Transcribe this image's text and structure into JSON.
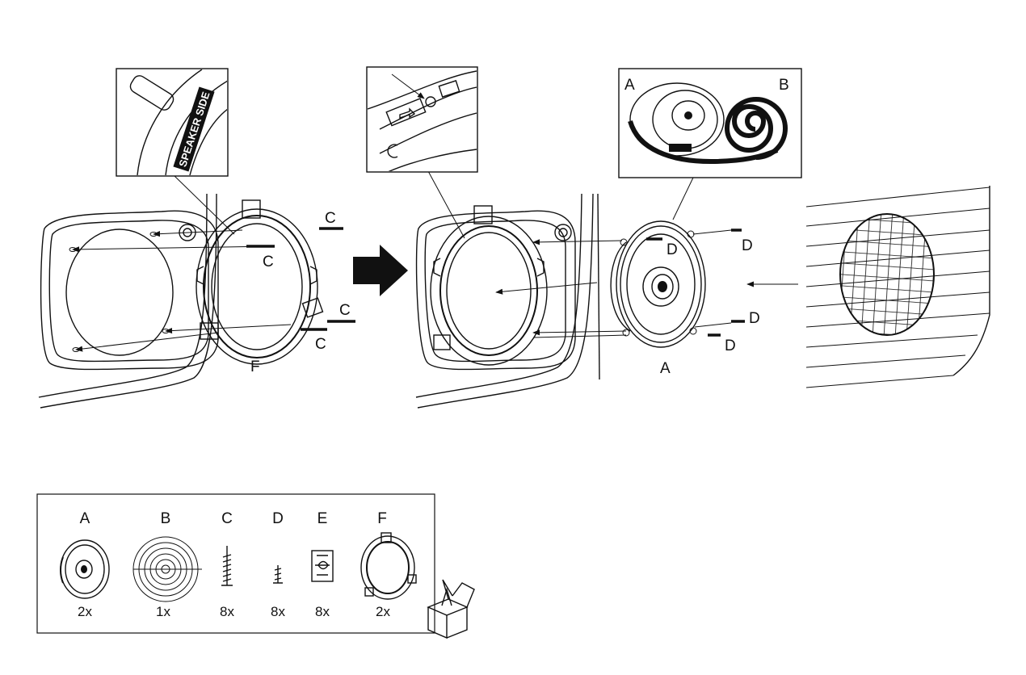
{
  "step1": {
    "inset": {
      "ring_text": "SPEAKER SIDE"
    },
    "callouts": {
      "c1": "C",
      "c2": "C",
      "c3": "C",
      "c4": "C",
      "f": "F"
    }
  },
  "step2": {
    "inset": {
      "a": "A",
      "b": "B"
    },
    "callouts": {
      "d1": "D",
      "d2": "D",
      "d3": "D",
      "d4": "D",
      "a": "A"
    }
  },
  "parts_box": {
    "parts": [
      {
        "letter": "A",
        "qty": "2x",
        "icon": "coaxial-speaker-icon"
      },
      {
        "letter": "B",
        "qty": "1x",
        "icon": "foam-gasket-roll-icon"
      },
      {
        "letter": "C",
        "qty": "8x",
        "icon": "long-screw-icon"
      },
      {
        "letter": "D",
        "qty": "8x",
        "icon": "short-screw-icon"
      },
      {
        "letter": "E",
        "qty": "8x",
        "icon": "clip-nut-icon"
      },
      {
        "letter": "F",
        "qty": "2x",
        "icon": "mounting-bracket-icon"
      }
    ]
  }
}
